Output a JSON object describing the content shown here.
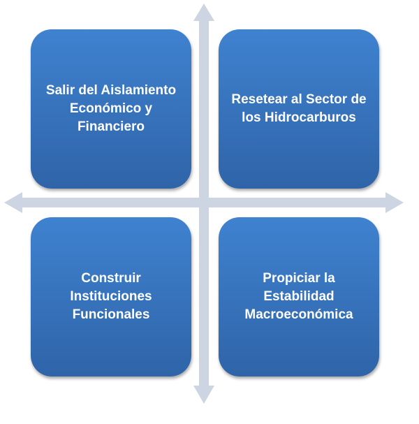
{
  "quadrants": [
    {
      "text": "Salir del Aislamiento Económico y Financiero"
    },
    {
      "text": "Resetear al Sector de los Hidrocarburos"
    },
    {
      "text": "Construir Instituciones Funcionales"
    },
    {
      "text": "Propiciar la Estabilidad Macroeconómica"
    }
  ],
  "colors": {
    "box": "#3a76c2",
    "arrow": "#cdd5e3"
  }
}
